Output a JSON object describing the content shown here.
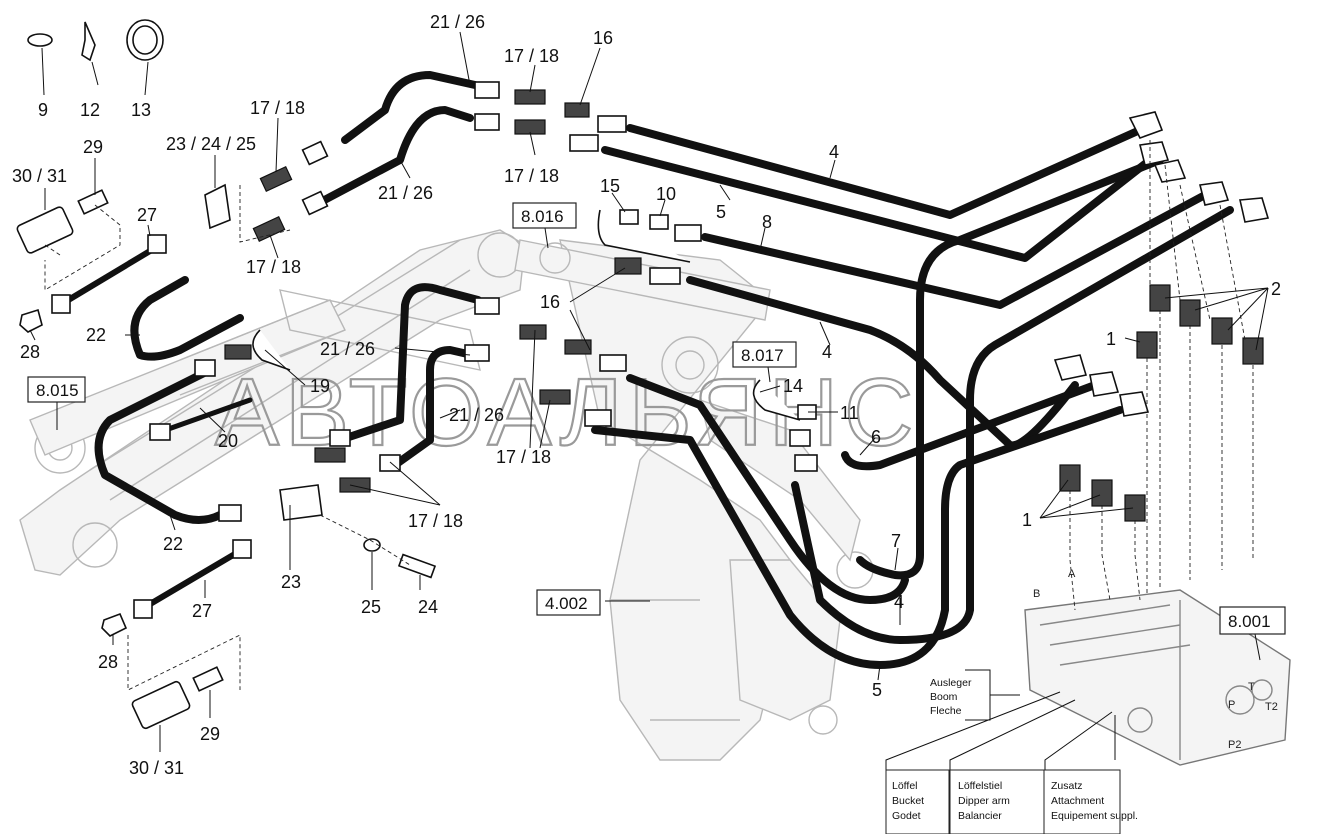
{
  "part_numbers": {
    "p9": "9",
    "p12": "12",
    "p13": "13",
    "p29a": "29",
    "p3031a": "30 / 31",
    "p28a": "28",
    "p27a": "27",
    "p2324": "23 / 24 / 25",
    "p1718a": "17 / 18",
    "p1718b": "17 / 18",
    "p1718c": "17 / 18",
    "p1718d": "17 / 18",
    "p1718e": "17 / 18",
    "p1718f": "17 / 18",
    "p2126a": "21 / 26",
    "p2126b": "21 / 26",
    "p2126c": "21 / 26",
    "p2126d": "21 / 26",
    "p16a": "16",
    "p16b": "16",
    "p15": "15",
    "p10": "10",
    "p8": "8",
    "p4a": "4",
    "p4b": "4",
    "p4c": "4",
    "p5a": "5",
    "p5b": "5",
    "p2": "2",
    "p1a": "1",
    "p1b": "1",
    "p22a": "22",
    "p22b": "22",
    "p19": "19",
    "p20": "20",
    "p14": "14",
    "p11": "11",
    "p6": "6",
    "p7": "7",
    "p23": "23",
    "p25": "25",
    "p24": "24",
    "p27b": "27",
    "p28b": "28",
    "p29b": "29",
    "p3031b": "30 / 31"
  },
  "references": {
    "r8015": "8.015",
    "r8016": "8.016",
    "r8017": "8.017",
    "r4002": "4.002",
    "r8001": "8.001"
  },
  "valve_labels": {
    "A": "A",
    "B": "B",
    "P": "P",
    "T": "T",
    "T2": "T2",
    "P2": "P2"
  },
  "function_labels": {
    "boom": [
      "Ausleger",
      "Boom",
      "Fleche"
    ],
    "bucket": [
      "Löffel",
      "Bucket",
      "Godet"
    ],
    "dipper": [
      "Löffelstiel",
      "Dipper arm",
      "Balancier"
    ],
    "attachment": [
      "Zusatz",
      "Attachment",
      "Equipement suppl."
    ]
  },
  "watermark": "АВТОАЛЬЯНС"
}
